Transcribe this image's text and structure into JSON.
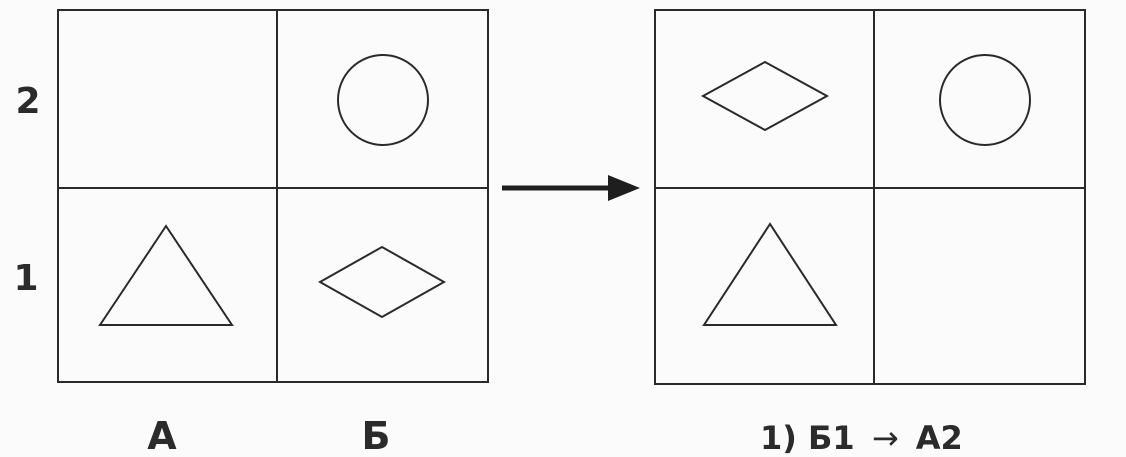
{
  "left_grid": {
    "row_labels": [
      "2",
      "1"
    ],
    "col_labels": [
      "А",
      "Б"
    ],
    "cells": {
      "A2": "",
      "B2": "circle",
      "A1": "triangle",
      "B1": "diamond"
    }
  },
  "right_grid": {
    "cells": {
      "A2": "diamond",
      "B2": "circle",
      "A1": "triangle",
      "B1": ""
    },
    "caption_prefix": "1) Б1",
    "caption_arrow": "→",
    "caption_suffix": "А2"
  },
  "colors": {
    "line": "#2a2a2a",
    "background": "#fbfbfb"
  },
  "icons": {
    "transition": "arrow-right-icon"
  }
}
